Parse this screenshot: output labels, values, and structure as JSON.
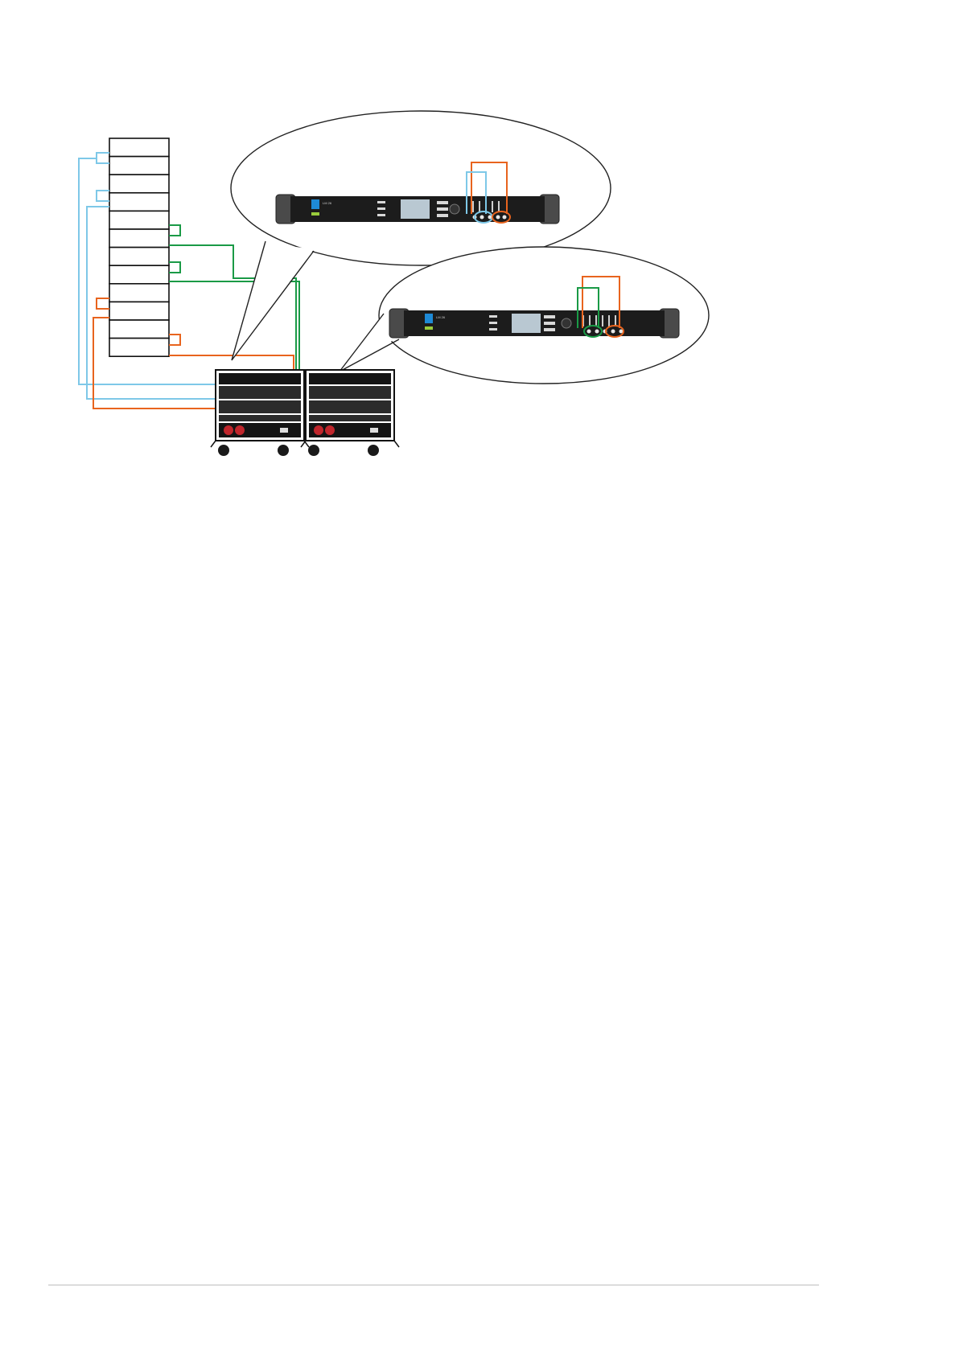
{
  "colors": {
    "blue": "#7ec8e8",
    "green": "#1a9a46",
    "orange": "#e8641e",
    "outline": "#111111"
  },
  "stack": {
    "box_count": 12
  },
  "processors": [
    {
      "name": "lm26-processor-top",
      "model_text": "LM 26"
    },
    {
      "name": "lm26-processor-bottom",
      "model_text": "LM 26"
    }
  ],
  "racks": [
    {
      "name": "amplifier-rack-left"
    },
    {
      "name": "amplifier-rack-right"
    }
  ]
}
